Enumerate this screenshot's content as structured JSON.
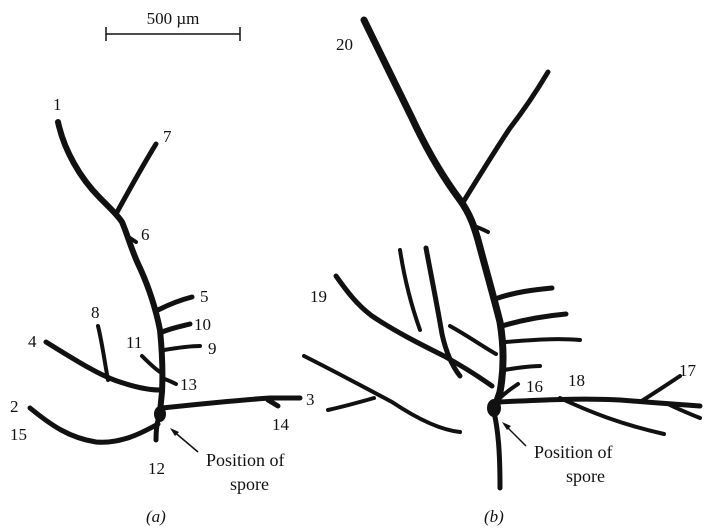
{
  "scale_bar": {
    "label": "500 µm"
  },
  "panel_a": {
    "caption": "(a)",
    "spore_label_line1": "Position of",
    "spore_label_line2": "spore",
    "tips": [
      "1",
      "2",
      "3",
      "4",
      "5",
      "6",
      "7",
      "8",
      "9",
      "10",
      "11",
      "12",
      "13",
      "14",
      "15"
    ]
  },
  "panel_b": {
    "caption": "(b)",
    "spore_label_line1": "Position of",
    "spore_label_line2": "spore",
    "tips": [
      "16",
      "17",
      "18",
      "19",
      "20"
    ]
  }
}
